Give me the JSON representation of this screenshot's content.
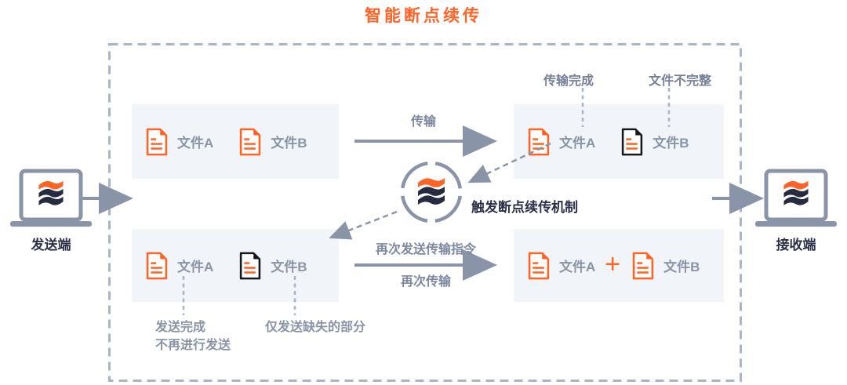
{
  "title": "智能断点续传",
  "endpoints": {
    "sender": "发送端",
    "receiver": "接收端"
  },
  "flow": {
    "transfer": "传输",
    "trigger": "触发断点续传机制",
    "resend_command": "再次发送传输指令",
    "retransfer": "再次传输"
  },
  "annotations": {
    "transfer_done": "传输完成",
    "file_incomplete": "文件不完整",
    "send_done_line1": "发送完成",
    "send_done_line2": "不再进行发送",
    "send_missing_only": "仅发送缺失的部分"
  },
  "boxes": {
    "top_left": {
      "file_a": "文件A",
      "file_b": "文件B"
    },
    "top_right": {
      "file_a": "文件A",
      "file_b": "文件B"
    },
    "bottom_left": {
      "file_a": "文件A",
      "file_b": "文件B"
    },
    "bottom_right": {
      "file_a": "文件A",
      "file_b": "文件B",
      "plus": "+"
    }
  },
  "icons": {
    "file_complete": "document-orange-icon",
    "file_incomplete": "document-incomplete-icon",
    "endpoint": "laptop-icon",
    "logo": "wave-stack-logo-icon"
  },
  "colors": {
    "accent_orange": "#FF6426",
    "navy_text": "#2B3048",
    "arrow_gray": "#8A94A8",
    "flow_text_gray": "#7D88A0",
    "box_bg": "#F1F4F8",
    "dash_border": "#A9B4C6",
    "incomplete_black": "#16181D"
  }
}
